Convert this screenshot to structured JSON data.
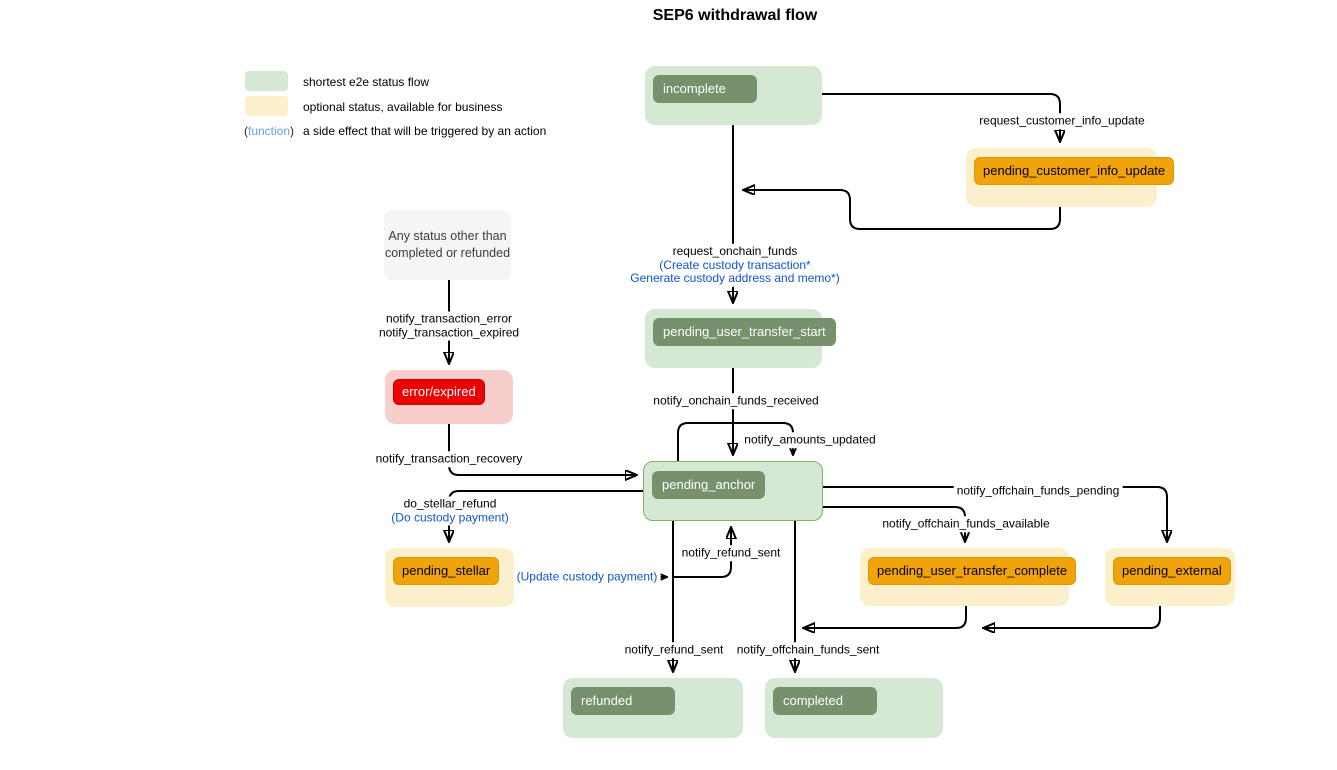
{
  "title": "SEP6 withdrawal flow",
  "legend": {
    "shortest": "shortest e2e status flow",
    "optional": "optional status, available for business",
    "paren_open": "(",
    "function_word": "function",
    "paren_close": ")",
    "function_desc": "a side effect that will be triggered by an action"
  },
  "nodes": {
    "incomplete": "incomplete",
    "pending_customer_info_update": "pending_customer_info_update",
    "any_status_note_line1": "Any status other than",
    "any_status_note_line2": "completed or refunded",
    "error_expired": "error/expired",
    "pending_user_transfer_start": "pending_user_transfer_start",
    "pending_anchor": "pending_anchor",
    "pending_stellar": "pending_stellar",
    "pending_user_transfer_complete": "pending_user_transfer_complete",
    "pending_external": "pending_external",
    "refunded": "refunded",
    "completed": "completed"
  },
  "edges": {
    "request_customer_info_update": "request_customer_info_update",
    "request_onchain_funds": "request_onchain_funds",
    "request_onchain_funds_fn1": "(Create custody transaction*",
    "request_onchain_funds_fn2": "Generate custody address and memo*)",
    "notify_onchain_funds_received": "notify_onchain_funds_received",
    "notify_amounts_updated": "notify_amounts_updated",
    "notify_transaction_error": "notify_transaction_error",
    "notify_transaction_expired": "notify_transaction_expired",
    "notify_transaction_recovery": "notify_transaction_recovery",
    "do_stellar_refund": "do_stellar_refund",
    "do_stellar_refund_fn": "(Do custody payment)",
    "update_custody_payment_fn": "(Update custody payment)",
    "notify_refund_sent_to_anchor": "notify_refund_sent",
    "notify_refund_sent_to_refunded": "notify_refund_sent",
    "notify_offchain_funds_sent": "notify_offchain_funds_sent",
    "notify_offchain_funds_pending": "notify_offchain_funds_pending",
    "notify_offchain_funds_available": "notify_offchain_funds_available"
  },
  "colors": {
    "green_fill": "#D5E8D4",
    "green_dark": "#76916B",
    "green_border": "#82B366",
    "yellow_fill": "#FCEFCB",
    "orange_fill": "#F0A30A",
    "red_fill": "#EB0404",
    "pink_fill": "#F8CECC",
    "gray_fill": "#F5F5F5",
    "function_blue": "#1155CC",
    "legend_function_blue": "#64A0E8",
    "line_color": "#000000"
  }
}
